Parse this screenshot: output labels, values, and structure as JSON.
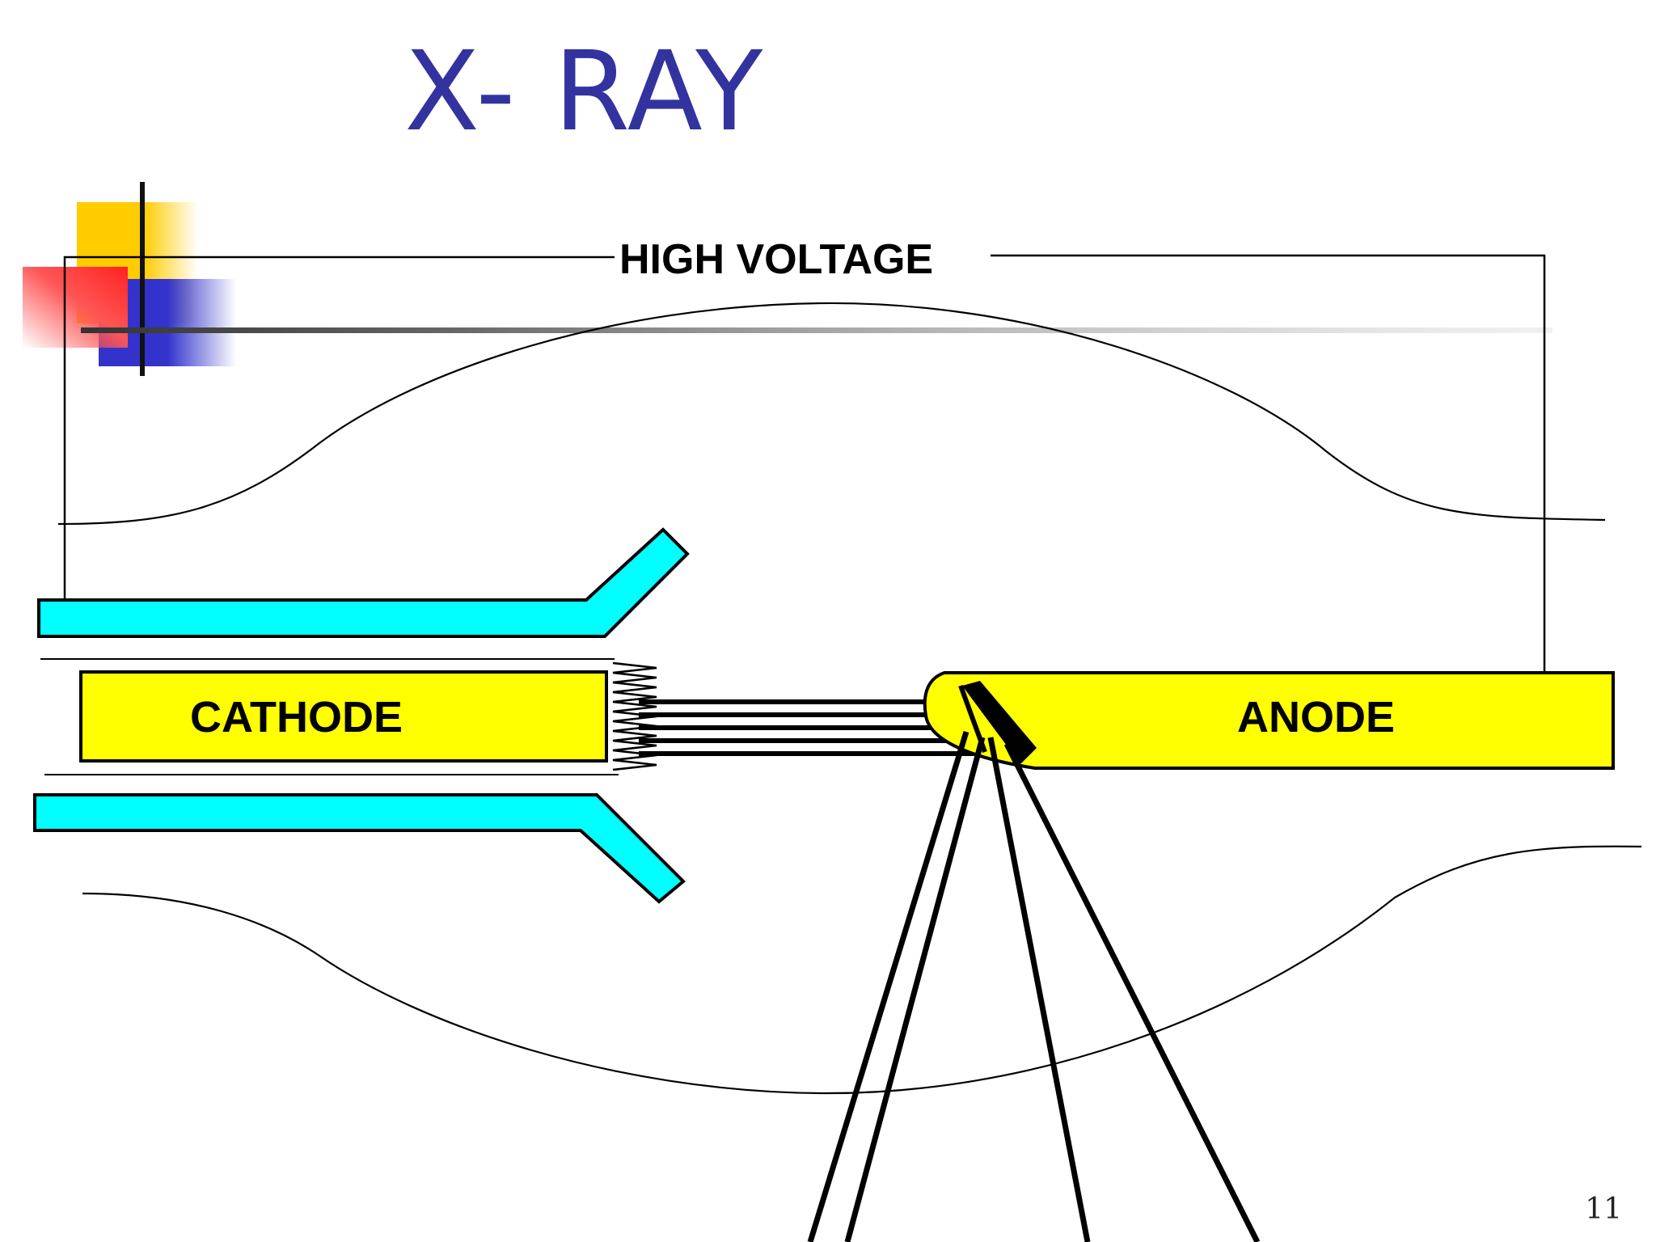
{
  "slide": {
    "title": "X- RAY",
    "page_number": "11"
  },
  "diagram": {
    "high_voltage_label": "HIGH VOLTAGE",
    "cathode_label": "CATHODE",
    "anode_label": "ANODE"
  },
  "colors": {
    "title": "#3333a0",
    "cathode_anode_fill": "#ffff00",
    "focusing_cup_fill": "#00ffff",
    "deco_yellow": "#ffcc00",
    "deco_red": "#ff3333",
    "deco_blue": "#3333cc"
  }
}
